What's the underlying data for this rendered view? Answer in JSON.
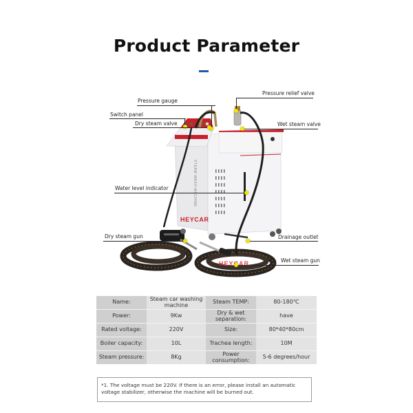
{
  "header": {
    "title": "Product Parameter",
    "accent_color": "#1f5aa8"
  },
  "diagram": {
    "brand_text": "HEYCAR",
    "callouts": {
      "pressure_gauge": "Pressure gauge",
      "switch_panel": "Switch panel",
      "dry_steam_valve": "Dry steam valve",
      "pressure_relief_valve": "Pressure relief valve",
      "wet_steam_valve": "Wet steam valve",
      "water_level_indicator": "Water level indicator",
      "dry_steam_gun": "Dry steam gun",
      "drainage_outlet": "Drainage outlet",
      "wet_steam_gun": "Wet steam gun"
    },
    "marker_color": "#f2e500",
    "machine_accent_color": "#c8202b"
  },
  "specs": {
    "rows": [
      {
        "k1": "Name:",
        "v1": "Steam car washing machine",
        "k2": "Steam TEMP:",
        "v2": "80-180℃"
      },
      {
        "k1": "Power:",
        "v1": "9Kw",
        "k2": "Dry & wet separation:",
        "v2": "have"
      },
      {
        "k1": "Rated voltage:",
        "v1": "220V",
        "k2": "Size:",
        "v2": "80*40*80cm"
      },
      {
        "k1": "Boiler capacity:",
        "v1": "10L",
        "k2": "Trachea length:",
        "v2": "10M"
      },
      {
        "k1": "Steam pressure:",
        "v1": "8Kg",
        "k2": "Power consumption:",
        "v2": "5-6 degrees/hour"
      }
    ]
  },
  "note": {
    "text": "*1. The voltage must be 220V. If there is an error, please install an automatic voltage stabilizer, otherwise the machine will be burned out."
  }
}
